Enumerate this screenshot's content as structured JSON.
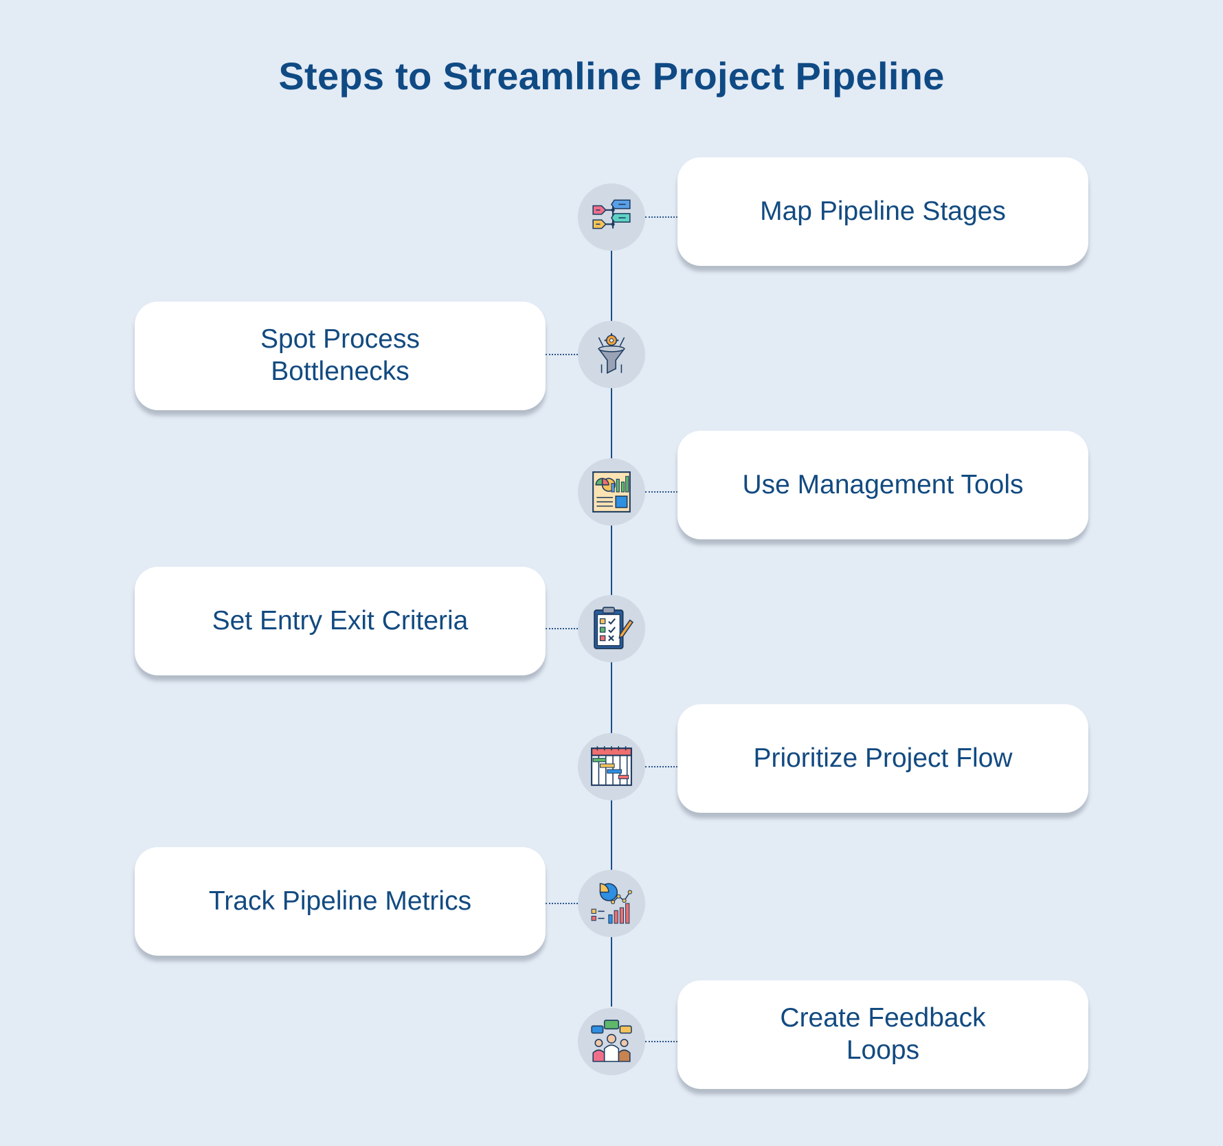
{
  "title": "Steps to Streamline Project Pipeline",
  "steps": [
    {
      "label": "Map Pipeline Stages",
      "side": "right",
      "icon": "pipeline-stages-icon"
    },
    {
      "label": "Spot Process Bottlenecks",
      "side": "left",
      "icon": "funnel-gear-icon"
    },
    {
      "label": "Use Management Tools",
      "side": "right",
      "icon": "dashboard-report-icon"
    },
    {
      "label": "Set Entry Exit Criteria",
      "side": "left",
      "icon": "checklist-clipboard-icon"
    },
    {
      "label": "Prioritize Project Flow",
      "side": "right",
      "icon": "gantt-calendar-icon"
    },
    {
      "label": "Track Pipeline Metrics",
      "side": "left",
      "icon": "analytics-chart-icon"
    },
    {
      "label": "Create Feedback Loops",
      "side": "right",
      "icon": "team-feedback-icon"
    }
  ],
  "colors": {
    "background": "#e3ebf5",
    "title": "#0f4a84",
    "text": "#124a80",
    "spine": "#1c4e82",
    "node": "#d0d9e4",
    "card": "#ffffff"
  }
}
